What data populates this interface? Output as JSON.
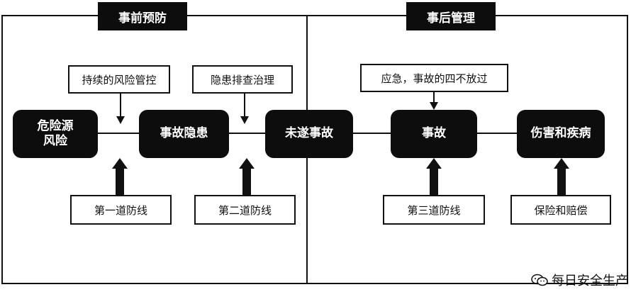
{
  "sections": {
    "pre": "事前预防",
    "post": "事后管理"
  },
  "nodes": {
    "hazard_source": "危险源\n风险",
    "accident_hazard": "事故隐患",
    "near_miss": "未遂事故",
    "accident": "事故",
    "injury_disease": "伤害和疾病"
  },
  "controls": {
    "risk_control": "持续的风险管控",
    "hazard_inspection": "隐患排查治理",
    "emergency": "应急，事故的四不放过"
  },
  "defenses": {
    "first": "第一道防线",
    "second": "第二道防线",
    "third": "第三道防线",
    "insurance": "保险和赔偿"
  },
  "watermark": {
    "text": "每日安全生产",
    "icon": "wechat-icon"
  }
}
